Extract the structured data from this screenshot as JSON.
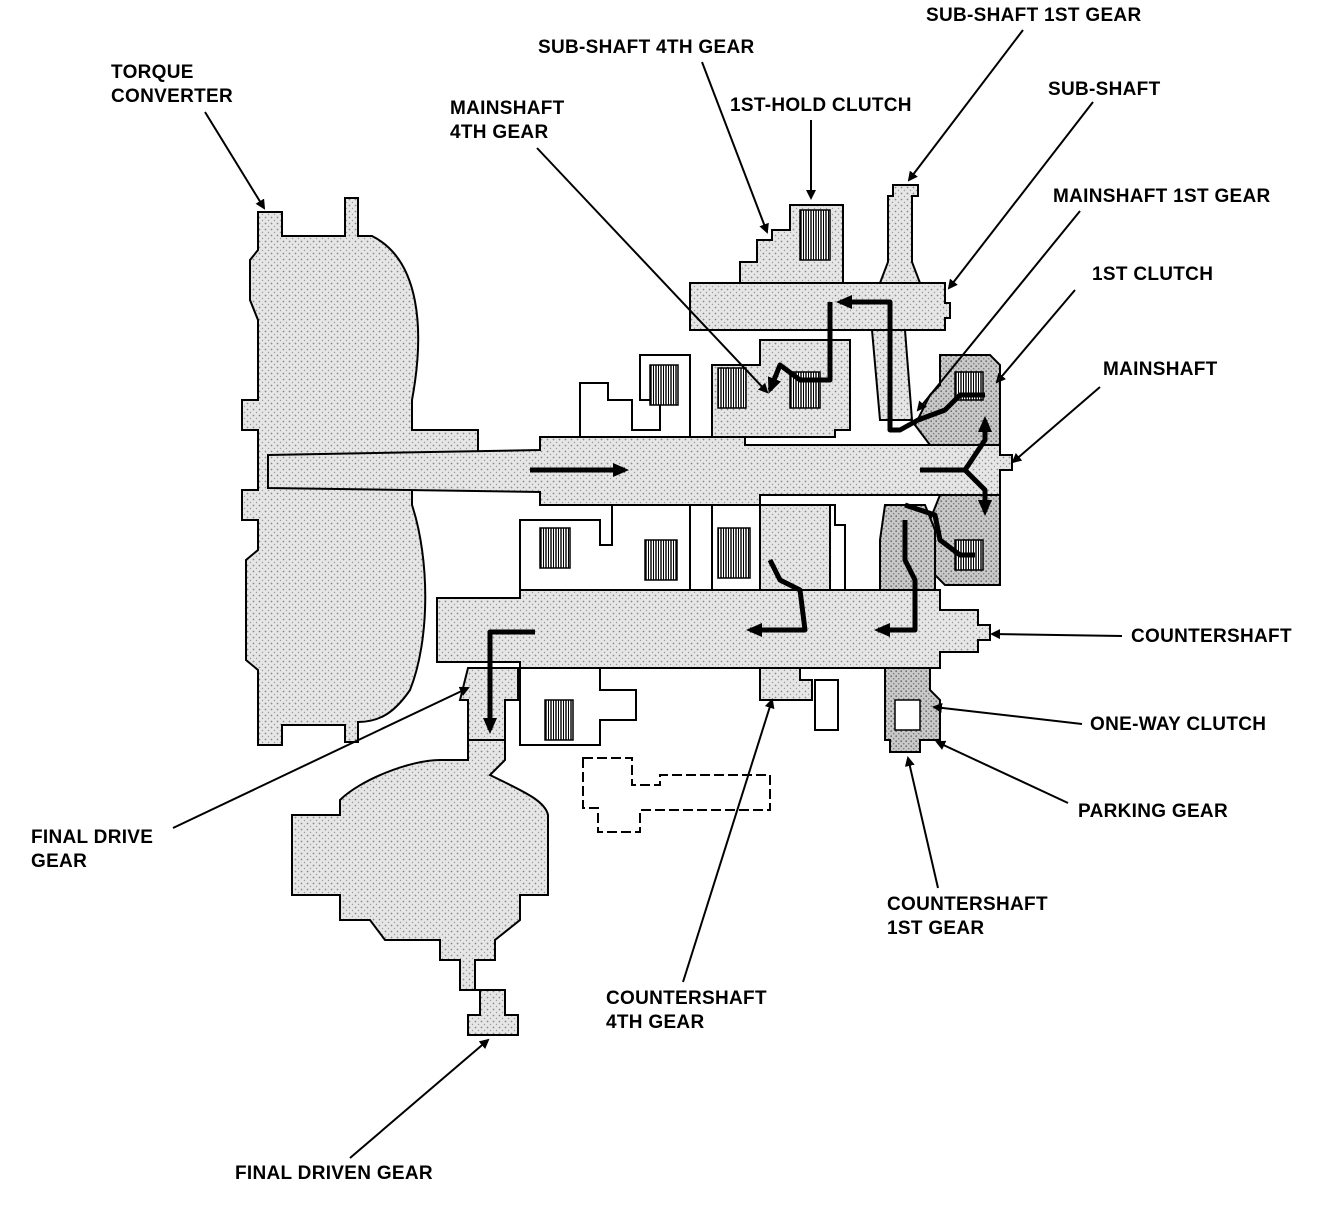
{
  "diagram": {
    "labels": {
      "torque_converter": [
        "TORQUE",
        "CONVERTER"
      ],
      "subshaft_4th_gear": [
        "SUB-SHAFT 4TH GEAR"
      ],
      "subshaft_1st_gear": [
        "SUB-SHAFT 1ST GEAR"
      ],
      "mainshaft_4th_gear": [
        "MAINSHAFT",
        "4TH GEAR"
      ],
      "first_hold_clutch": [
        "1ST-HOLD CLUTCH"
      ],
      "subshaft": [
        "SUB-SHAFT"
      ],
      "mainshaft_1st_gear": [
        "MAINSHAFT 1ST GEAR"
      ],
      "first_clutch": [
        "1ST CLUTCH"
      ],
      "mainshaft": [
        "MAINSHAFT"
      ],
      "countershaft": [
        "COUNTERSHAFT"
      ],
      "one_way_clutch": [
        "ONE-WAY CLUTCH"
      ],
      "parking_gear": [
        "PARKING GEAR"
      ],
      "final_drive_gear": [
        "FINAL DRIVE",
        "GEAR"
      ],
      "countershaft_1st_gear": [
        "COUNTERSHAFT",
        "1ST GEAR"
      ],
      "countershaft_4th_gear": [
        "COUNTERSHAFT",
        "4TH GEAR"
      ],
      "final_driven_gear": [
        "FINAL DRIVEN GEAR"
      ]
    },
    "colors": {
      "line": "#000000",
      "fill": "#dcdcdc",
      "fill_dark": "#bdbdbd",
      "background": "#ffffff"
    }
  }
}
